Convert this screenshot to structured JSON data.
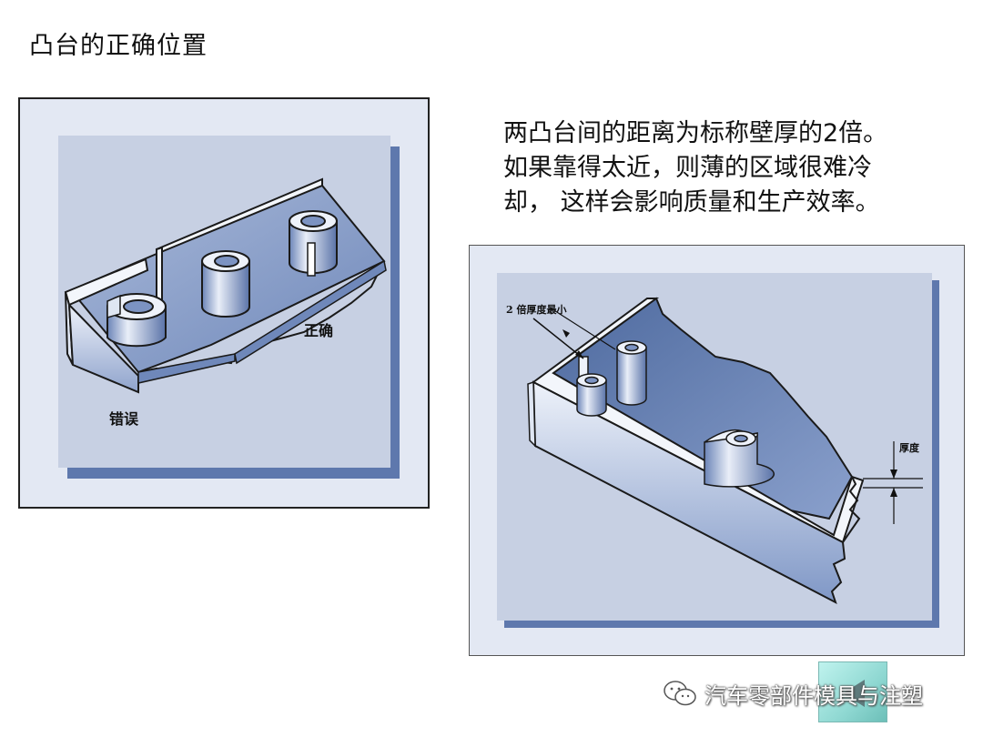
{
  "page": {
    "title": "凸台的正确位置",
    "description_lines": [
      "两凸台间的距离为标称壁厚的2倍。",
      "如果靠得太近，则薄的区域很难冷",
      "却， 这样会影响质量和生产效率。"
    ]
  },
  "left_figure": {
    "label_wrong": "错误",
    "label_correct": "正确"
  },
  "right_figure": {
    "label_min_distance": "2 倍厚度最小",
    "label_thickness": "厚度"
  },
  "watermark": {
    "text": "汽车零部件模具与注塑",
    "icon": "wechat-icon"
  },
  "navigation": {
    "back_icon": "triangle-left-icon"
  },
  "colors": {
    "panel_bg": "#e3e8f3",
    "inner_panel": "#c7d0e3",
    "panel_shadow": "#5e78ad",
    "part_light": "#eef2fa",
    "part_mid": "#9fb1d6",
    "part_dark": "#4e6a9f",
    "nav_button": "#9fe3dd"
  }
}
